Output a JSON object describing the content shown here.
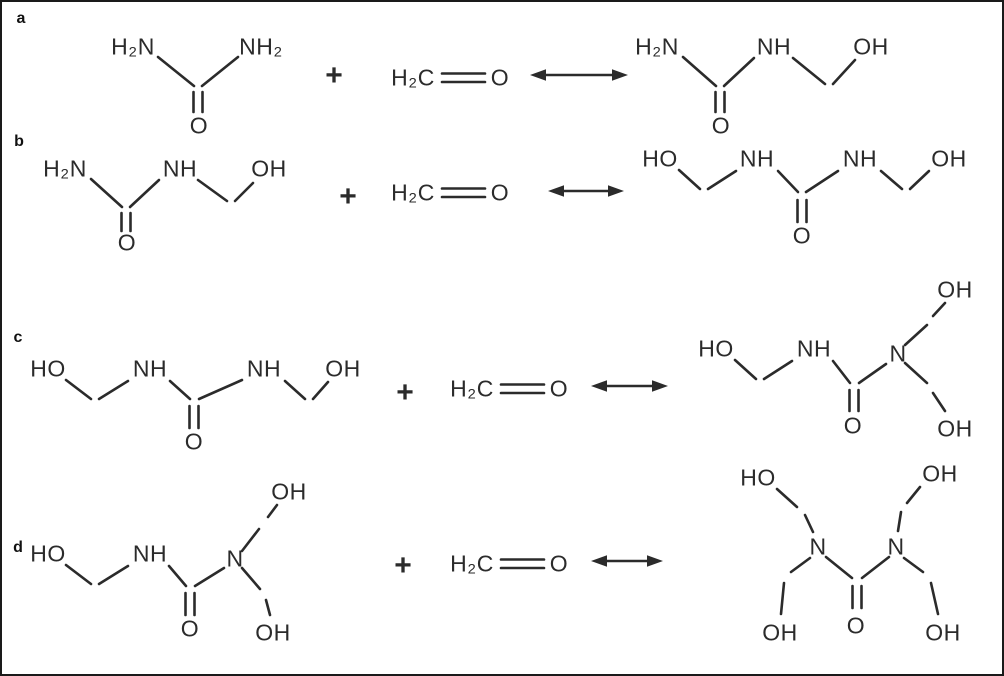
{
  "figure": {
    "background": "#ffffff",
    "border_color": "#1a1a1a",
    "ink_color": "#2b2b2b"
  },
  "row_labels": [
    "a",
    "b",
    "c",
    "d"
  ],
  "symbols": {
    "plus": "+",
    "h2n": "H₂N",
    "nh2": "NH₂",
    "nh": "NH",
    "n": "N",
    "oh": "OH",
    "ho": "HO",
    "o": "O",
    "h2c": "H₂C"
  }
}
